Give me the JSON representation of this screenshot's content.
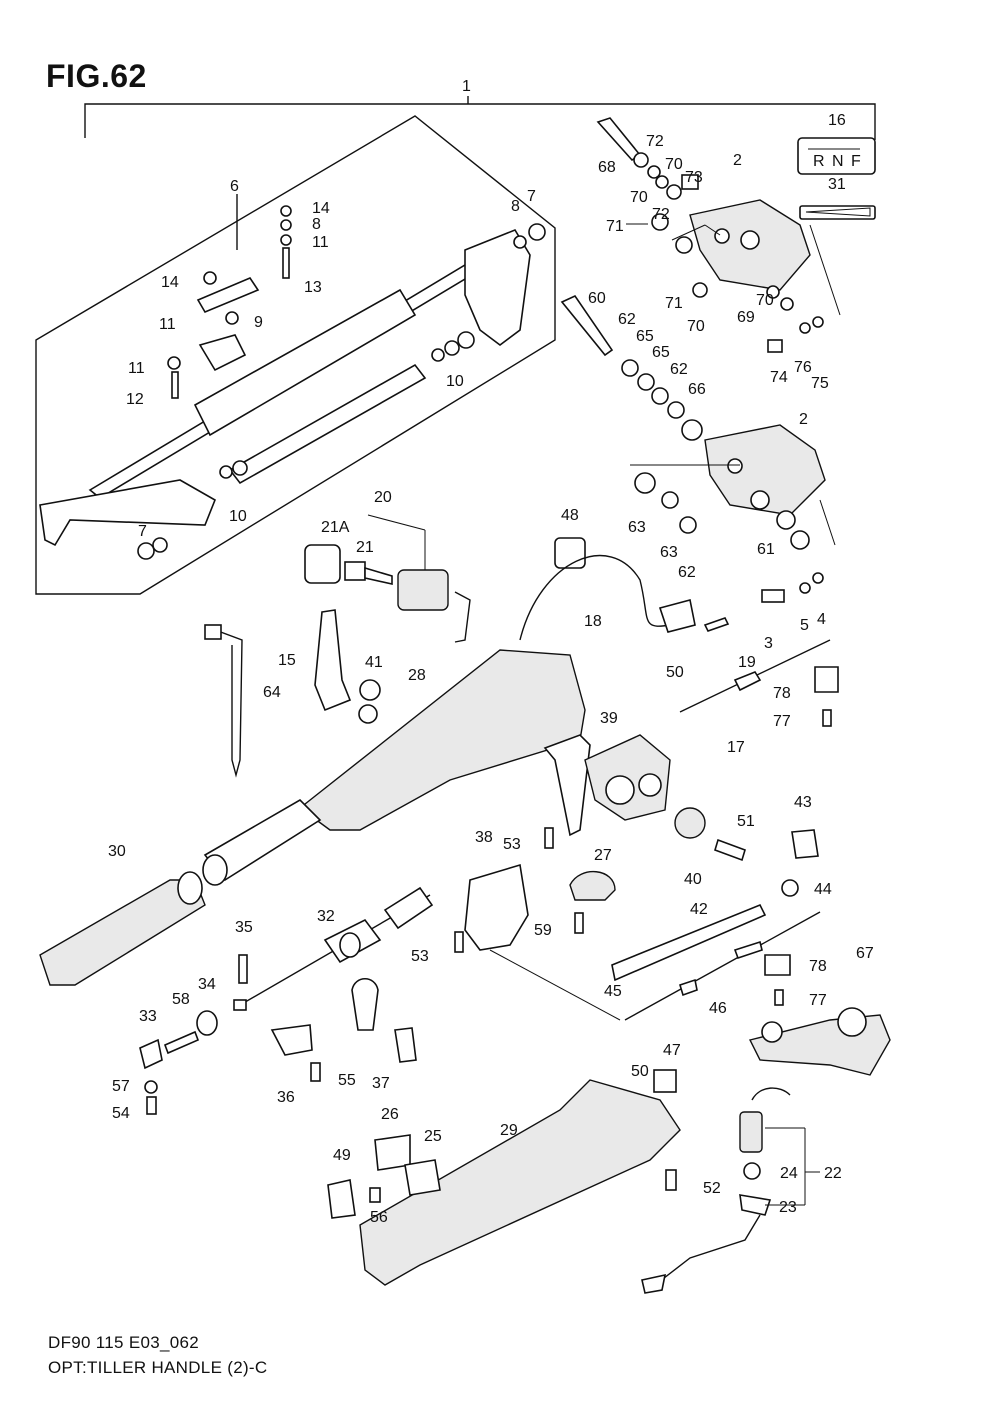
{
  "figure": {
    "title": "FIG.62",
    "code": "DF90 115 E03_062",
    "caption": "OPT:TILLER HANDLE (2)-C"
  },
  "selector_plate": {
    "reverse": "R",
    "neutral": "N",
    "forward": "F"
  },
  "callouts": [
    "1",
    "2",
    "2",
    "3",
    "4",
    "5",
    "6",
    "7",
    "7",
    "8",
    "8",
    "9",
    "10",
    "10",
    "11",
    "11",
    "11",
    "12",
    "13",
    "14",
    "14",
    "15",
    "16",
    "17",
    "18",
    "19",
    "20",
    "21",
    "21A",
    "22",
    "23",
    "24",
    "25",
    "26",
    "27",
    "28",
    "29",
    "30",
    "31",
    "32",
    "33",
    "34",
    "35",
    "36",
    "37",
    "38",
    "39",
    "40",
    "41",
    "42",
    "43",
    "44",
    "45",
    "46",
    "47",
    "48",
    "49",
    "50",
    "50",
    "51",
    "52",
    "53",
    "53",
    "54",
    "55",
    "56",
    "57",
    "58",
    "59",
    "60",
    "61",
    "62",
    "62",
    "62",
    "63",
    "63",
    "64",
    "65",
    "65",
    "66",
    "67",
    "68",
    "69",
    "70",
    "70",
    "70",
    "70",
    "71",
    "71",
    "72",
    "72",
    "73",
    "74",
    "75",
    "76",
    "77",
    "77",
    "78",
    "78"
  ],
  "colors": {
    "ink": "#111111",
    "paper": "#ffffff",
    "fill": "#e9e9e9"
  }
}
